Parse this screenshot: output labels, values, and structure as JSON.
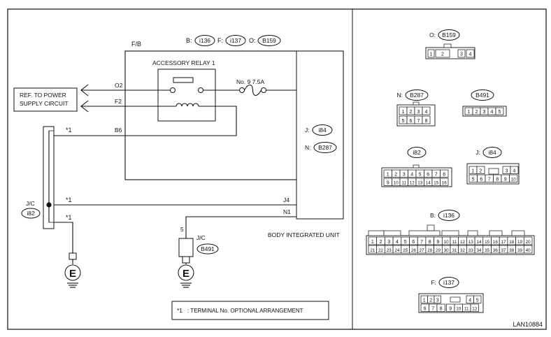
{
  "colors": {
    "line": "#111111",
    "background": "#ffffff"
  },
  "header": {
    "fb": "F/B",
    "b_key": "B:",
    "b_conn": "i136",
    "f_key": "F:",
    "f_conn": "i137",
    "o_key": "O:",
    "o_conn": "B159"
  },
  "relay": {
    "title": "ACCESSORY RELAY 1"
  },
  "fuse": {
    "label": "No. 9  7.5A"
  },
  "ref_box": {
    "line1": "REF. TO POWER",
    "line2": "SUPPLY CIRCUIT"
  },
  "wires": {
    "o2": "O2",
    "f2": "F2",
    "b6": "B6",
    "j4": "J4",
    "n1": "N1"
  },
  "body_unit": {
    "label": "BODY INTEGRATED UNIT",
    "j_key": "J:",
    "j_conn": "i84",
    "n_key": "N:",
    "n_conn": "B287"
  },
  "jc_left": {
    "label": "J/C",
    "conn": "i82"
  },
  "jc_right": {
    "label": "J/C",
    "conn": "B491",
    "pin": "5"
  },
  "star": "*1",
  "ground_icon": "ground-E-icon",
  "ground_letter": "E",
  "legend": {
    "star": "*1",
    "text": ": TERMINAL No. OPTIONAL ARRANGEMENT"
  },
  "footer_code": "LAN10884",
  "connectors": {
    "b159": {
      "key": "O:",
      "name": "B159",
      "pins": [
        "1",
        "2",
        "3",
        "4"
      ]
    },
    "b287": {
      "key": "N:",
      "name": "B287",
      "row1": [
        "1",
        "2",
        "3",
        "4"
      ],
      "row2": [
        "5",
        "6",
        "7",
        "8"
      ]
    },
    "b491": {
      "name": "B491",
      "pins": [
        "1",
        "2",
        "3",
        "4",
        "5"
      ]
    },
    "i82": {
      "name": "i82",
      "row1": [
        "1",
        "2",
        "3",
        "4",
        "5",
        "6",
        "7",
        "8"
      ],
      "row2": [
        "9",
        "10",
        "11",
        "12",
        "13",
        "14",
        "15",
        "16"
      ]
    },
    "i84": {
      "key": "J:",
      "name": "i84",
      "row1": [
        "1",
        "2",
        "3",
        "4"
      ],
      "row2": [
        "5",
        "6",
        "7",
        "8",
        "9",
        "10"
      ]
    },
    "i136": {
      "key": "B:",
      "name": "i136",
      "row1": [
        "1",
        "2",
        "3",
        "4",
        "5",
        "6",
        "7",
        "8",
        "9",
        "10",
        "11",
        "12",
        "13",
        "14",
        "15",
        "16",
        "17",
        "18",
        "19",
        "20"
      ],
      "row2": [
        "21",
        "22",
        "23",
        "24",
        "25",
        "26",
        "27",
        "28",
        "29",
        "30",
        "31",
        "32",
        "33",
        "34",
        "35",
        "36",
        "37",
        "38",
        "39",
        "40"
      ]
    },
    "i137": {
      "key": "F:",
      "name": "i137",
      "row1": [
        "1",
        "2",
        "3",
        "4",
        "5"
      ],
      "row2": [
        "6",
        "7",
        "8",
        "9",
        "10",
        "11",
        "12"
      ]
    }
  }
}
